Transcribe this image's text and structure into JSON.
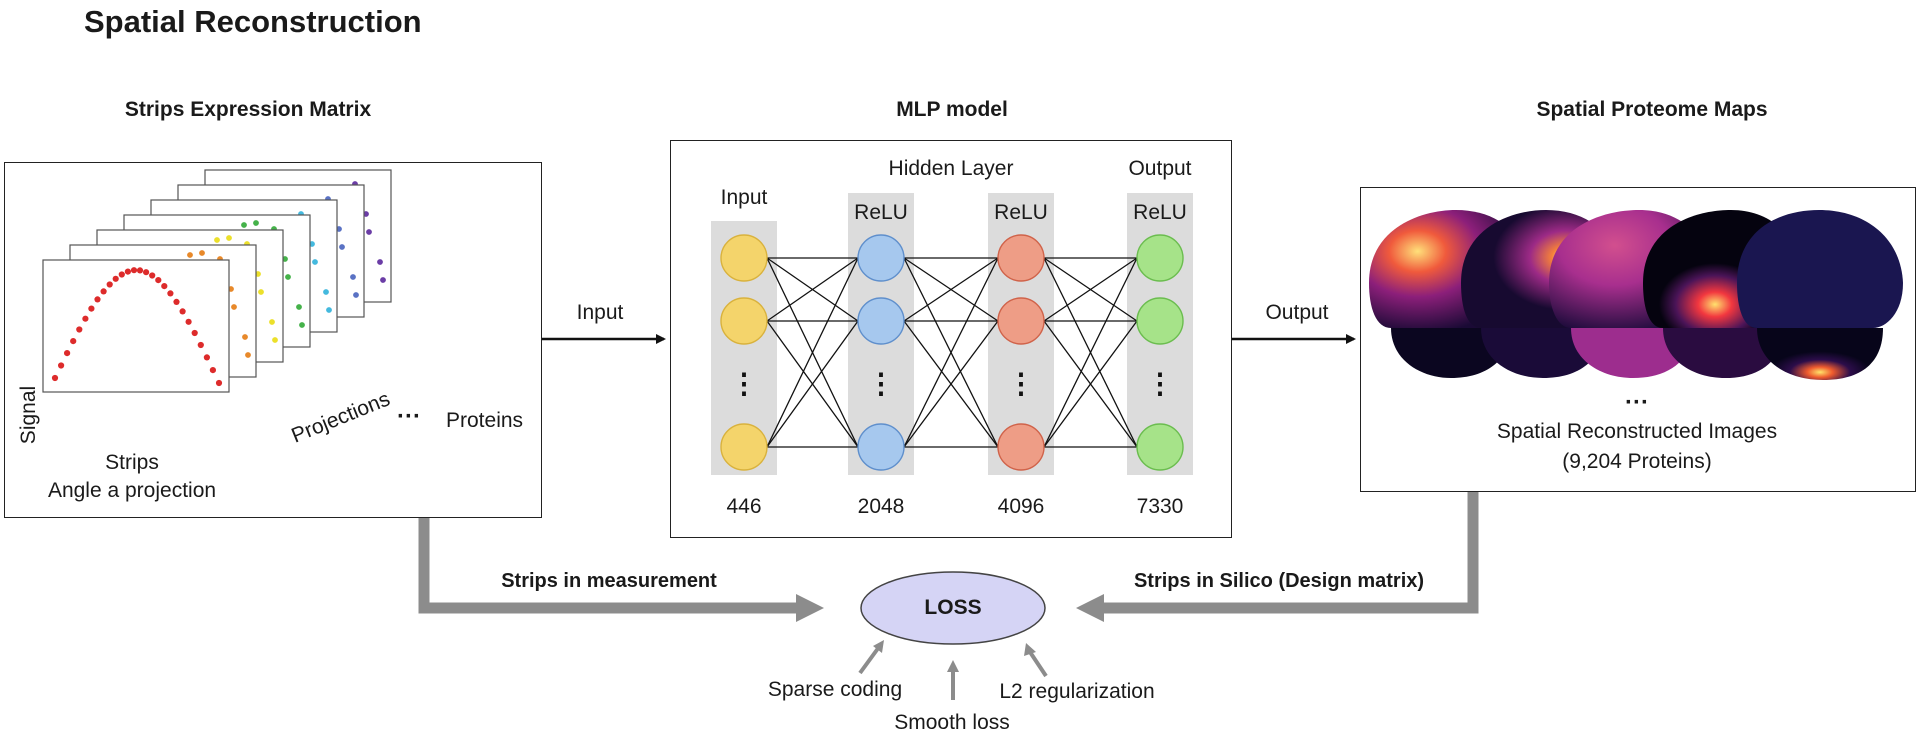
{
  "title": "Spatial Reconstruction",
  "panels": {
    "strips": {
      "heading": "Strips Expression Matrix",
      "y_label": "Signal",
      "x_label": "Strips",
      "caption": "Angle a projection",
      "projections_label": "Projections",
      "ellipsis": "···",
      "proteins_label": "Proteins",
      "layer_colors": [
        "#dd2b2b",
        "#e8892a",
        "#ece02b",
        "#45b24a",
        "#44b9de",
        "#5a72c4",
        "#6b3da6"
      ]
    },
    "mlp": {
      "heading": "MLP model",
      "hidden_layer_label": "Hidden Layer",
      "layers": [
        {
          "label": "Input",
          "activation": "",
          "size": "446",
          "color": "#f4d46b",
          "stroke": "#d9b23d"
        },
        {
          "label": "",
          "activation": "ReLU",
          "size": "2048",
          "color": "#a6c8ee",
          "stroke": "#5f8fcc"
        },
        {
          "label": "",
          "activation": "ReLU",
          "size": "4096",
          "color": "#ee9d86",
          "stroke": "#d0634a"
        },
        {
          "label": "Output",
          "activation": "ReLU",
          "size": "7330",
          "color": "#a6e389",
          "stroke": "#6bbd4f"
        }
      ],
      "dots": "⋮"
    },
    "maps": {
      "heading": "Spatial Proteome Maps",
      "ellipsis": "···",
      "caption_line1": "Spatial Reconstructed Images",
      "caption_line2": "(9,204 Proteins)"
    }
  },
  "arrows": {
    "input_label": "Input",
    "output_label": "Output",
    "measurement_label": "Strips in measurement",
    "silico_label": "Strips in Silico (Design matrix)"
  },
  "loss": {
    "label": "LOSS",
    "fill": "#d5d4f5",
    "terms": [
      "Sparse coding",
      "Smooth loss",
      "L2 regularization"
    ]
  }
}
